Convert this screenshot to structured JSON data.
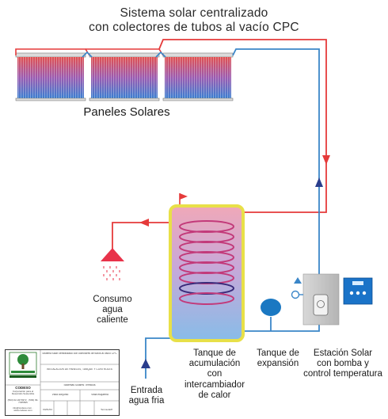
{
  "title": {
    "line1": "Sistema solar centralizado",
    "line2": "con colectores de tubos al vacío CPC"
  },
  "labels": {
    "paneles": "Paneles Solares",
    "consumo": [
      "Consumo",
      "agua",
      "caliente"
    ],
    "tanque": [
      "Tanque de",
      "acumulación",
      "con",
      "intercambiador",
      "de calor"
    ],
    "expansion": [
      "Tanque de",
      "expansión"
    ],
    "estacion": [
      "Estación Solar",
      "con bomba y",
      "control temperatura"
    ],
    "entrada": [
      "Entrada",
      "agua fria"
    ]
  },
  "title_block": {
    "org": "CODESO",
    "org_desc": "Corporación para el Desarrollo Sostenible",
    "phones": "(593) 02-3270372 · (593) 09-7335505",
    "email": "info@codeso.com · www.codeso.com",
    "project": "Sistema solar centralizado con colectores de tubos al vacío CPC",
    "drawing": "INSTALACION DE PANELES, TANQUE Y CONTROLES",
    "company": "Sistemas Solares Térmicos",
    "view1": "Vista conjunto",
    "view2": "Vista esquema",
    "date": "04/01/04",
    "file": "Termsolar8"
  },
  "colors": {
    "hot": "#e53a3a",
    "cold": "#3a86c8",
    "arrow_cold": "#2a3d8c",
    "tank_border": "#e8e048",
    "coil": "#c23a7a",
    "station": "#c8c8c8",
    "control": "#1a73c8",
    "expansion_tank": "#1a78c2",
    "shower": "#e8334a"
  }
}
